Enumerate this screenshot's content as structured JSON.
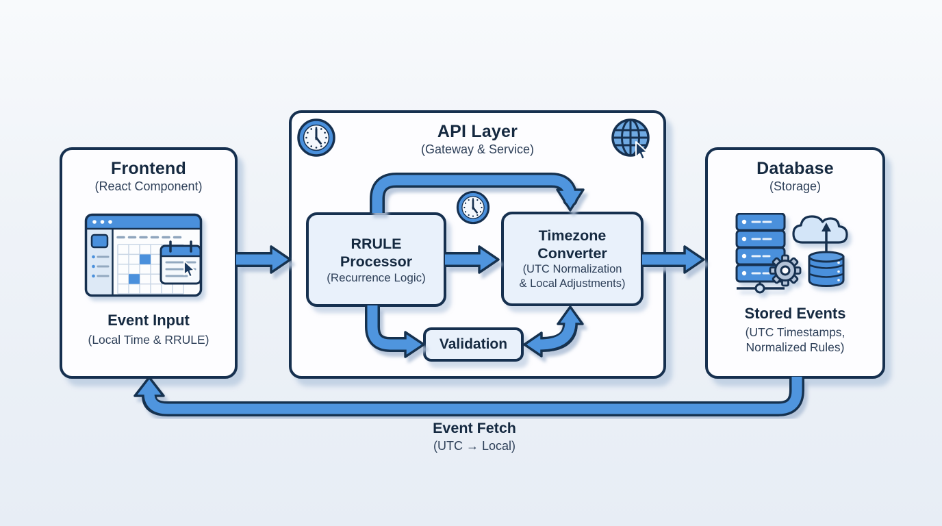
{
  "colors": {
    "navy": "#16304f",
    "blue": "#4a90dc",
    "panel_fill": "#fdfdff",
    "inner_fill": "#e9f1fb",
    "background": "#eef2f8"
  },
  "frontend": {
    "title": "Frontend",
    "subtitle": "(React Component)",
    "caption_title": "Event Input",
    "caption_subtitle": "(Local Time & RRULE)",
    "illustration": "calendar-app-browser-window-with-cursor"
  },
  "api_layer": {
    "title": "API Layer",
    "subtitle": "(Gateway & Service)",
    "icons": [
      "clock-icon",
      "globe-icon-with-cursor",
      "clock-icon"
    ],
    "rrule_processor": {
      "title_lines": [
        "RRULE",
        "Processor"
      ],
      "subtitle": "(Recurrence Logic)"
    },
    "timezone_converter": {
      "title_lines": [
        "Timezone",
        "Converter"
      ],
      "subtitle_lines": [
        "(UTC Normalization",
        "& Local Adjustments)"
      ]
    },
    "validation": {
      "label": "Validation"
    }
  },
  "database": {
    "title": "Database",
    "subtitle": "(Storage)",
    "caption_title": "Stored Events",
    "caption_lines": [
      "(UTC Timestamps,",
      "Normalized Rules)"
    ],
    "illustration": "server-stack-gear-cloud-sync-cylinder"
  },
  "event_fetch": {
    "label": "Event Fetch",
    "sublabel": "(UTC → Local)"
  },
  "flows": [
    {
      "from": "Frontend",
      "to": "API Layer"
    },
    {
      "from": "RRULE Processor",
      "to": "Timezone Converter",
      "route": "top bypass"
    },
    {
      "from": "RRULE Processor",
      "to": "Timezone Converter",
      "route": "direct"
    },
    {
      "from": "RRULE Processor",
      "to": "Validation"
    },
    {
      "from": "Validation",
      "to": "Timezone Converter",
      "bidirectional": true
    },
    {
      "from": "Timezone Converter",
      "to": "Database"
    },
    {
      "from": "Database",
      "to": "Frontend",
      "label": "Event Fetch (UTC → Local)"
    }
  ]
}
